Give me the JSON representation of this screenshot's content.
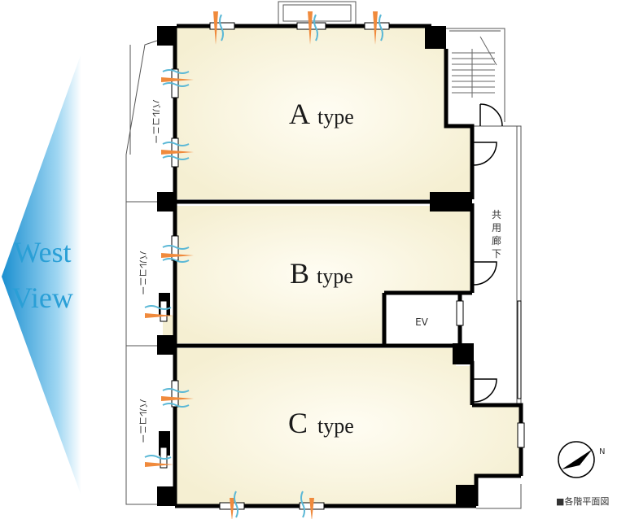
{
  "view": {
    "line1": "West",
    "line2": "View"
  },
  "units": [
    {
      "letter": "A",
      "word": "type"
    },
    {
      "letter": "B",
      "word": "type"
    },
    {
      "letter": "C",
      "word": "type"
    }
  ],
  "balcony_label": "バルコニー",
  "corridor_label": [
    "共",
    "用",
    "廊",
    "下"
  ],
  "elevator_label": "EV",
  "legend": "■各階平面図",
  "compass_letter": "N",
  "colors": {
    "floor": "#f8f3dc",
    "wall": "#000000",
    "sky": "#2a9fd6",
    "orange": "#f08a3c",
    "wind": "#5bb8d6"
  }
}
